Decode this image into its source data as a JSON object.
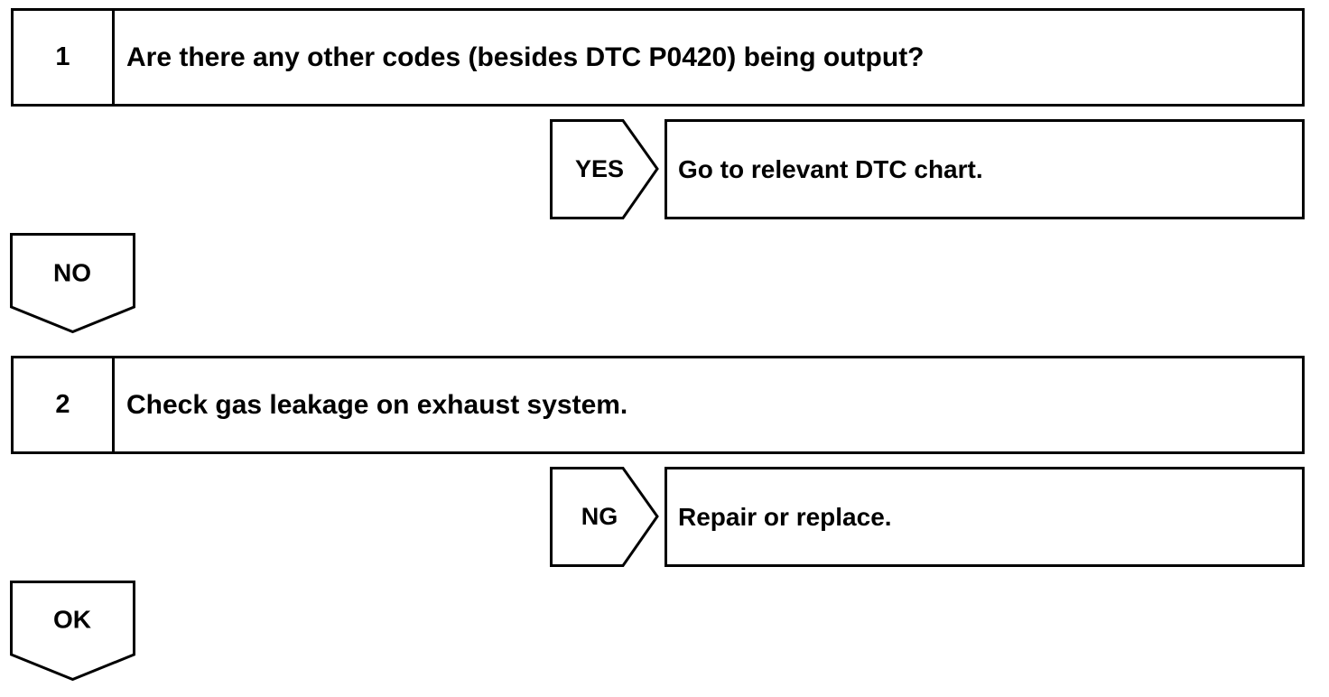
{
  "steps": [
    {
      "number": "1",
      "text": "Are there any other codes (besides DTC P0420) being output?"
    },
    {
      "number": "2",
      "text": "Check gas leakage on exhaust system."
    }
  ],
  "branches": [
    {
      "tag": "YES",
      "text": "Go to relevant DTC chart."
    },
    {
      "tag": "NG",
      "text": "Repair or replace."
    }
  ],
  "down_tags": [
    "NO",
    "OK"
  ]
}
